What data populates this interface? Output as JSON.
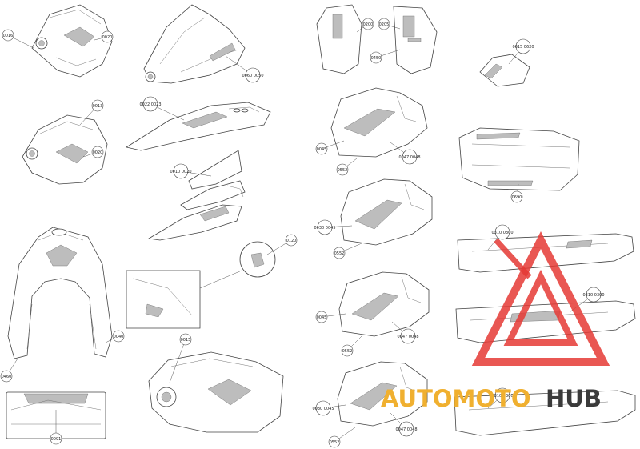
{
  "callouts": [
    {
      "id": "c1",
      "label": "0016"
    },
    {
      "id": "c2",
      "label": "0020"
    },
    {
      "id": "c3",
      "label": "0060 0050"
    },
    {
      "id": "c4",
      "label": "0022 0023"
    },
    {
      "id": "c5",
      "label": "0013"
    },
    {
      "id": "c6",
      "label": "0020"
    },
    {
      "id": "c7",
      "label": "0010 0020"
    },
    {
      "id": "c8",
      "label": "0120"
    },
    {
      "id": "c9",
      "label": "0040"
    },
    {
      "id": "c10",
      "label": "0460"
    },
    {
      "id": "c11",
      "label": "0015"
    },
    {
      "id": "c12",
      "label": "0091"
    },
    {
      "id": "c13",
      "label": "0200"
    },
    {
      "id": "c14",
      "label": "0205"
    },
    {
      "id": "c15",
      "label": "0450"
    },
    {
      "id": "c16",
      "label": "0615 0620"
    },
    {
      "id": "c17",
      "label": "0045"
    },
    {
      "id": "c18",
      "label": "0047 0048"
    },
    {
      "id": "c19",
      "label": "0552"
    },
    {
      "id": "c20",
      "label": "0690"
    },
    {
      "id": "c21",
      "label": "0030 0045"
    },
    {
      "id": "c22",
      "label": "0552"
    },
    {
      "id": "c23",
      "label": "0045"
    },
    {
      "id": "c24",
      "label": "0047 0048"
    },
    {
      "id": "c25",
      "label": "0552"
    },
    {
      "id": "c26",
      "label": "0030 0045"
    },
    {
      "id": "c27",
      "label": "0047 0048"
    },
    {
      "id": "c28",
      "label": "0552"
    },
    {
      "id": "c29",
      "label": "0310 0300"
    },
    {
      "id": "c30",
      "label": "0310 0300"
    },
    {
      "id": "c31",
      "label": "0310 0300"
    }
  ],
  "watermark": {
    "part1": "AUTOMOTO",
    "part2": "HUB",
    "color_red": "#e53935",
    "color_gold": "#f0b030",
    "color_dark": "#3a3a3a"
  }
}
